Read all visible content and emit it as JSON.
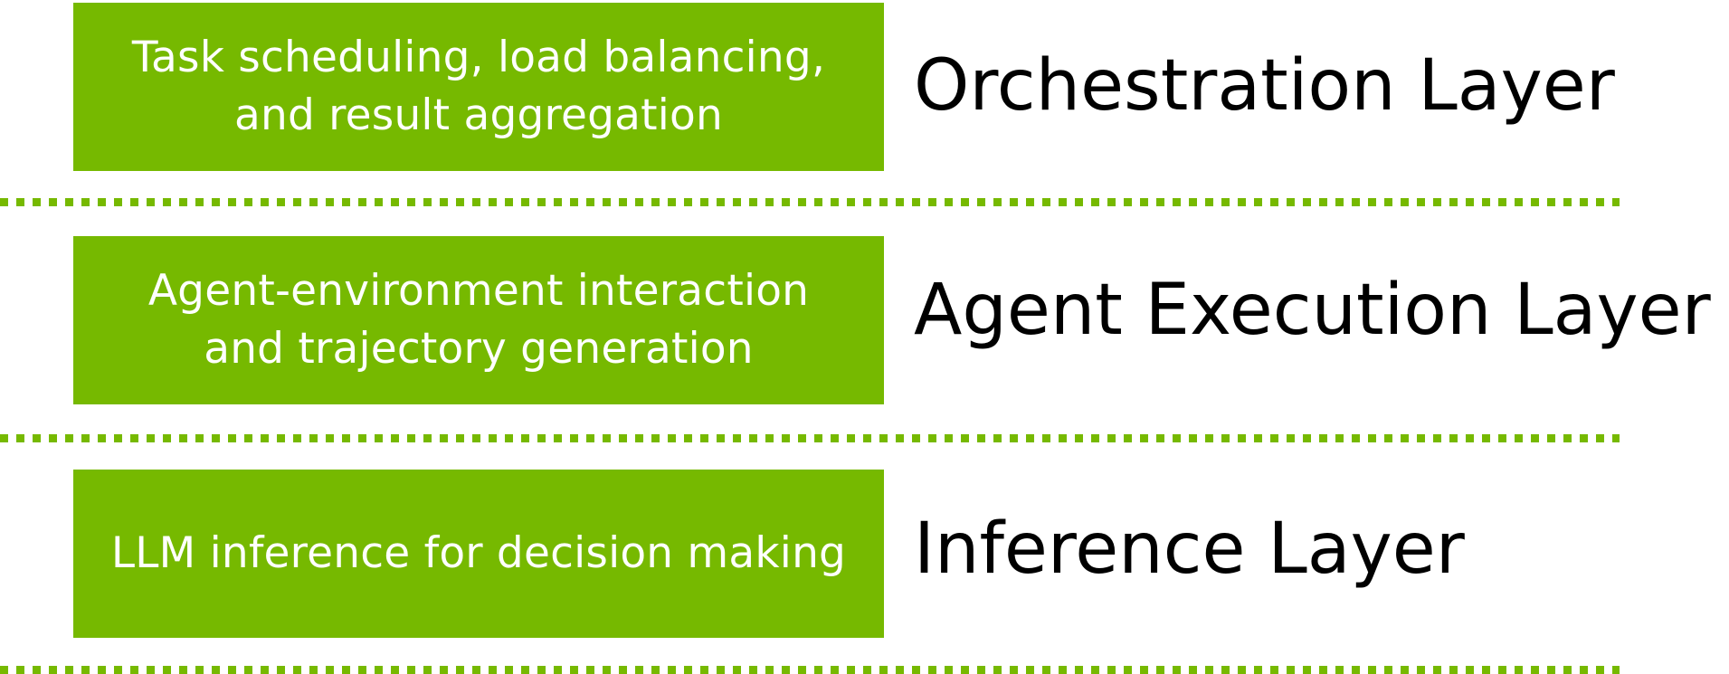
{
  "layers": [
    {
      "description": "Task scheduling, load balancing,\nand result aggregation",
      "name": "Orchestration Layer"
    },
    {
      "description": "Agent-environment interaction\nand trajectory generation",
      "name": "Agent Execution Layer"
    },
    {
      "description": "LLM inference for decision making",
      "name": "Inference Layer"
    }
  ],
  "colors": {
    "accent": "#76b900",
    "box_text": "#ffffff",
    "label_text": "#000000",
    "background": "#ffffff"
  }
}
